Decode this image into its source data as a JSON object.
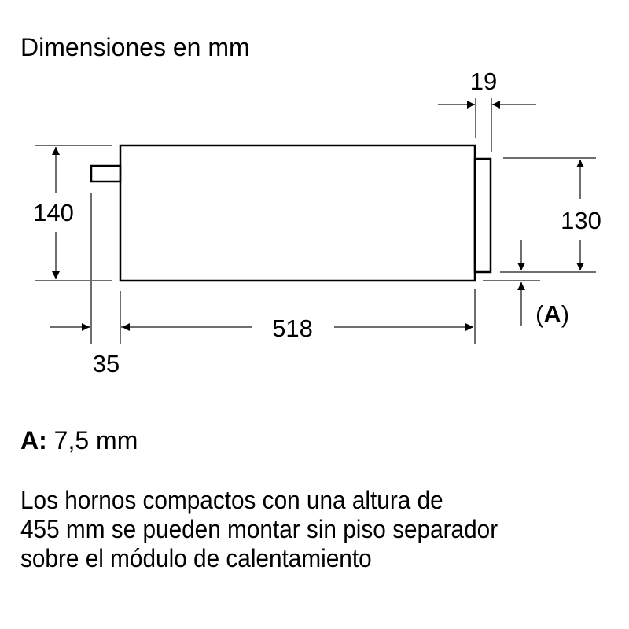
{
  "title": "Dimensiones en mm",
  "diagram": {
    "dimensions": {
      "height_total": "140",
      "front_width_gap": "19",
      "front_height": "130",
      "depth": "518",
      "knob_depth": "35",
      "offset_label_open": "(",
      "offset_label_letter": "A",
      "offset_label_close": ")"
    },
    "colors": {
      "outline": "#000000",
      "dimension_line": "#6e6e6e"
    }
  },
  "notes": {
    "a_label": "A:",
    "a_value": "7,5 mm",
    "description_lines": [
      "Los hornos compactos con una altura de",
      "455 mm se pueden montar sin piso separador",
      "sobre el módulo de calentamiento"
    ]
  }
}
